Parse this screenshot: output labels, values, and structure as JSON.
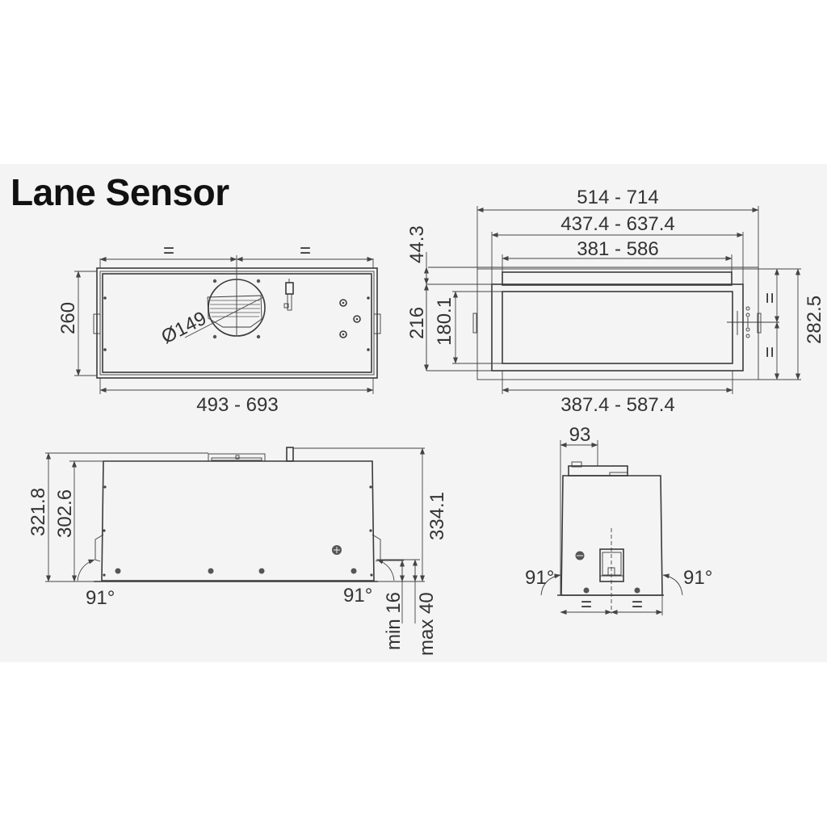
{
  "title": "Lane Sensor",
  "colors": {
    "band_background": "#f4f4f4",
    "page_background": "#ffffff",
    "line": "#3a3a3a",
    "text": "#333333",
    "title": "#111111"
  },
  "top_view": {
    "equal_left": "=",
    "equal_right": "=",
    "height_label": "260",
    "diameter_label": "Ø149",
    "width_label": "493 - 693"
  },
  "front_view": {
    "width_outer": "514 - 714",
    "width_mid": "437.4 - 637.4",
    "width_inner": "381 - 586",
    "width_bottom": "387.4 - 587.4",
    "top_offset": "44.3",
    "height_216": "216",
    "height_180": "180.1",
    "height_total": "282.5",
    "equal_top": "=",
    "equal_bottom": "="
  },
  "side_view": {
    "height_321": "321.8",
    "height_302": "302.6",
    "height_334": "334.1",
    "angle_left": "91°",
    "angle_right": "91°",
    "min_label": "min 16",
    "max_label": "max 40"
  },
  "end_view": {
    "width_93": "93",
    "angle_left": "91°",
    "angle_right": "91°",
    "equal_left": "=",
    "equal_right": "="
  }
}
